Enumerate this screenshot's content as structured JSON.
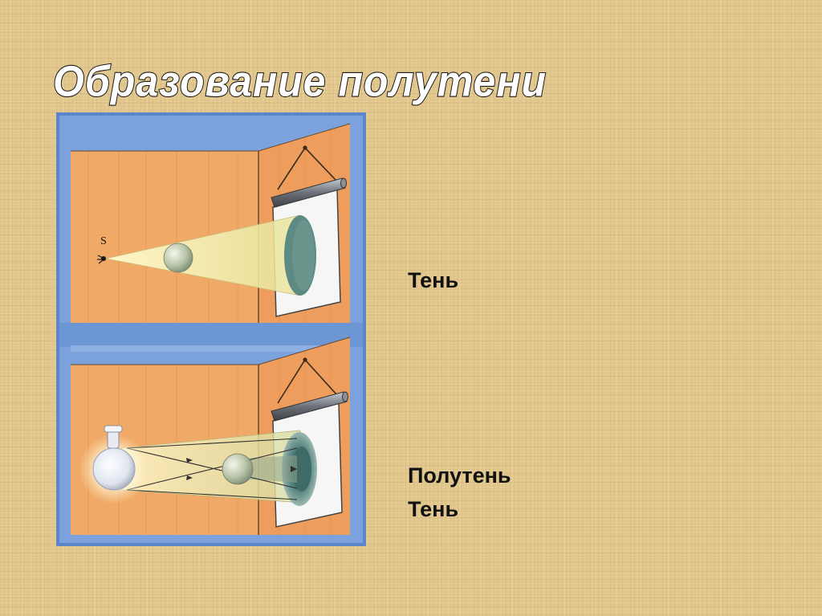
{
  "slide": {
    "title": "Образование полутени"
  },
  "figure": {
    "source_label": "S"
  },
  "labels": {
    "top": "Тень",
    "bottom_penumbra": "Полутень",
    "bottom_umbra": "Тень"
  }
}
